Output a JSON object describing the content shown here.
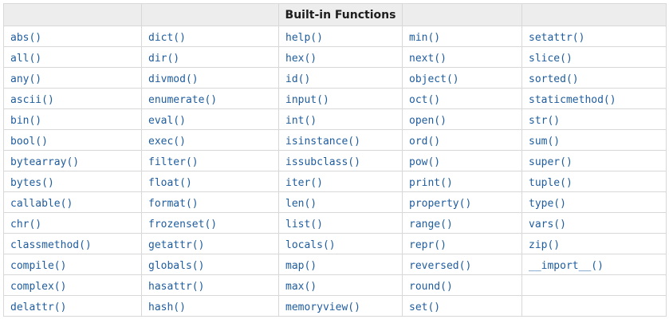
{
  "title": "Built-in Functions",
  "colors": {
    "link": "#1e5c9e",
    "header_bg": "#ededed",
    "border": "#d8d8d8",
    "header_text": "#1d1d1d"
  },
  "rows": [
    [
      "abs()",
      "dict()",
      "help()",
      "min()",
      "setattr()"
    ],
    [
      "all()",
      "dir()",
      "hex()",
      "next()",
      "slice()"
    ],
    [
      "any()",
      "divmod()",
      "id()",
      "object()",
      "sorted()"
    ],
    [
      "ascii()",
      "enumerate()",
      "input()",
      "oct()",
      "staticmethod()"
    ],
    [
      "bin()",
      "eval()",
      "int()",
      "open()",
      "str()"
    ],
    [
      "bool()",
      "exec()",
      "isinstance()",
      "ord()",
      "sum()"
    ],
    [
      "bytearray()",
      "filter()",
      "issubclass()",
      "pow()",
      "super()"
    ],
    [
      "bytes()",
      "float()",
      "iter()",
      "print()",
      "tuple()"
    ],
    [
      "callable()",
      "format()",
      "len()",
      "property()",
      "type()"
    ],
    [
      "chr()",
      "frozenset()",
      "list()",
      "range()",
      "vars()"
    ],
    [
      "classmethod()",
      "getattr()",
      "locals()",
      "repr()",
      "zip()"
    ],
    [
      "compile()",
      "globals()",
      "map()",
      "reversed()",
      "__import__()"
    ],
    [
      "complex()",
      "hasattr()",
      "max()",
      "round()",
      ""
    ],
    [
      "delattr()",
      "hash()",
      "memoryview()",
      "set()",
      ""
    ]
  ]
}
